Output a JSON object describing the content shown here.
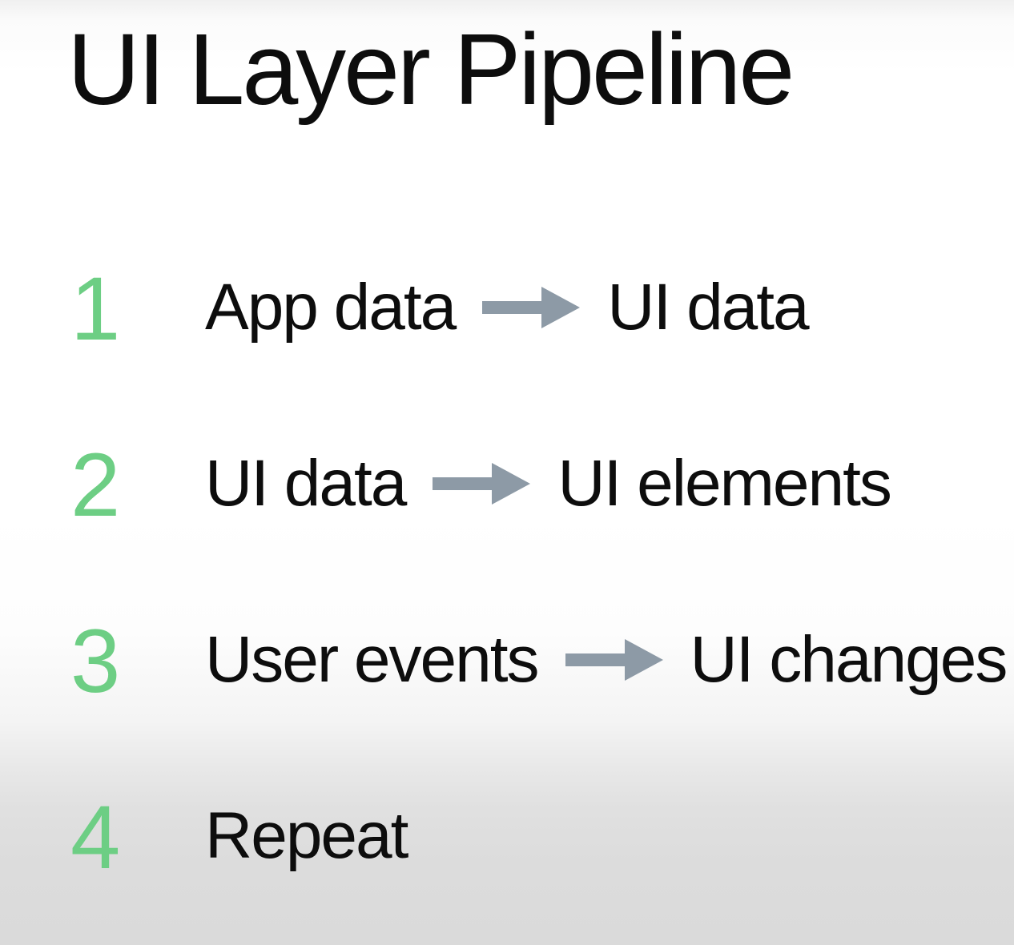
{
  "slide": {
    "title": "UI Layer Pipeline",
    "background_top_color": "#f0f0f0",
    "background_mid_color": "#ffffff",
    "background_bottom_color": "#dadada",
    "number_color": "#6dce84",
    "text_color": "#0d0d0d",
    "arrow_color": "#8d9aa6"
  },
  "steps": [
    {
      "number": "1",
      "from": "App data",
      "arrow": "right-arrow-icon",
      "to": "UI data"
    },
    {
      "number": "2",
      "from": "UI data",
      "arrow": "right-arrow-icon",
      "to": "UI elements"
    },
    {
      "number": "3",
      "from": "User events",
      "arrow": "right-arrow-icon",
      "to": "UI changes"
    },
    {
      "number": "4",
      "from": "Repeat",
      "arrow": "",
      "to": ""
    }
  ]
}
